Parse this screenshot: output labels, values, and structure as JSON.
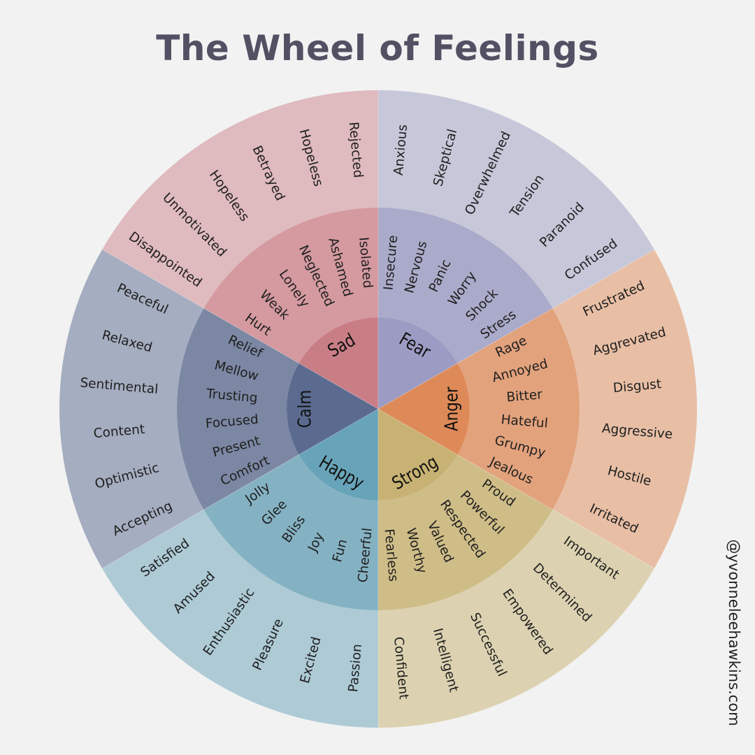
{
  "title": "The Wheel of Feelings",
  "watermark": "@yvonneleehawkins.com",
  "background": "#f2f2f2",
  "sectors": [
    {
      "name": "Sad",
      "colors": {
        "inner": "#c97e86",
        "middle": "#d49aa0",
        "outer": "#dfbabf"
      },
      "middle": [
        "Hurt",
        "Weak",
        "Lonely",
        "Neglected",
        "Ashamed",
        "Isolated"
      ],
      "outer": [
        "Disappointed",
        "Unmotivated",
        "Hopeless",
        "Betrayed",
        "Hopeless",
        "Rejected"
      ]
    },
    {
      "name": "Fear",
      "colors": {
        "inner": "#9b9bc3",
        "middle": "#aaaaca",
        "outer": "#c7c7da"
      },
      "middle": [
        "Insecure",
        "Nervous",
        "Panic",
        "Worry",
        "Shock",
        "Stress"
      ],
      "outer": [
        "Anxious",
        "Skeptical",
        "Overwhelmed",
        "Tension",
        "Paranoid",
        "Confused"
      ]
    },
    {
      "name": "Anger",
      "colors": {
        "inner": "#de8a58",
        "middle": "#e2a27c",
        "outer": "#e8bfa5"
      },
      "middle": [
        "Rage",
        "Annoyed",
        "Bitter",
        "Hateful",
        "Grumpy",
        "Jealous"
      ],
      "outer": [
        "Frustrated",
        "Aggrevated",
        "Disgust",
        "Aggressive",
        "Hostile",
        "Irritated"
      ]
    },
    {
      "name": "Strong",
      "colors": {
        "inner": "#c8b273",
        "middle": "#cfbd88",
        "outer": "#dcd2b1"
      },
      "middle": [
        "Proud",
        "Powerful",
        "Respected",
        "Valued",
        "Worthy",
        "Fearless"
      ],
      "outer": [
        "Important",
        "Determined",
        "Empowered",
        "Successful",
        "Intelligent",
        "Confident"
      ]
    },
    {
      "name": "Happy",
      "colors": {
        "inner": "#68a4b9",
        "middle": "#85b2c3",
        "outer": "#adcad5"
      },
      "middle": [
        "Cheerful",
        "Fun",
        "Joy",
        "Bliss",
        "Glee",
        "Jolly"
      ],
      "outer": [
        "Passion",
        "Excited",
        "Pleasure",
        "Enthusiastic",
        "Amused",
        "Satisfied"
      ]
    },
    {
      "name": "Calm",
      "colors": {
        "inner": "#5b6b90",
        "middle": "#7b87a3",
        "outer": "#a5adc0"
      },
      "middle": [
        "Comfort",
        "Present",
        "Focused",
        "Trusting",
        "Mellow",
        "Relief"
      ],
      "outer": [
        "Accepting",
        "Optimistic",
        "Content",
        "Sentimental",
        "Relaxed",
        "Peaceful"
      ]
    }
  ]
}
